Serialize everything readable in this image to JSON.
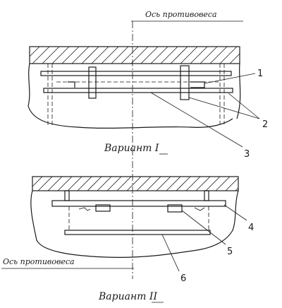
{
  "labels": {
    "axis_top": "Ось противовеса",
    "axis_bottom": "Ось противовеса",
    "variant_1": "Вариант I",
    "variant_2": "Вариант II"
  },
  "callouts": [
    "1",
    "2",
    "3",
    "4",
    "5",
    "6"
  ]
}
